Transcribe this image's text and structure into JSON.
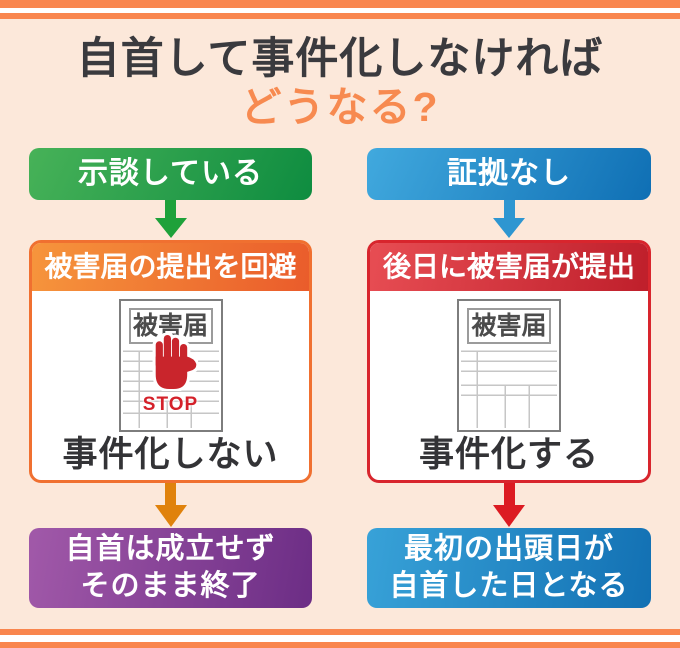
{
  "title": {
    "line1": "自首して事件化しなければ",
    "line2": "どうなる?"
  },
  "columns": {
    "left": {
      "condition": "示談している",
      "card_title": "被害届の提出を回避",
      "document_label": "被害届",
      "stop_label": "STOP",
      "result": "事件化しない",
      "outcome_line1": "自首は成立せず",
      "outcome_line2": "そのまま終了"
    },
    "right": {
      "condition": "証拠なし",
      "card_title": "後日に被害届が提出",
      "document_label": "被害届",
      "result": "事件化する",
      "outcome_line1": "最初の出頭日が",
      "outcome_line2": "自首した日となる"
    }
  },
  "colors": {
    "background": "#fce8da",
    "border_stripe": "#f9864e",
    "title_dark": "#3a3a3e",
    "title_accent": "#f78a50",
    "condition_green": "#0e8c40",
    "condition_blue": "#0f6fb4",
    "card_header_orange": "#ea5c2b",
    "card_header_red": "#bf1f2b",
    "arrow_green": "#1ea13a",
    "arrow_blue": "#2e96d1",
    "arrow_orange": "#e0820c",
    "arrow_red": "#dc1b22",
    "outcome_purple": "#6c2d85",
    "outcome_blue": "#1270b3",
    "stop_red": "#d4212a"
  }
}
